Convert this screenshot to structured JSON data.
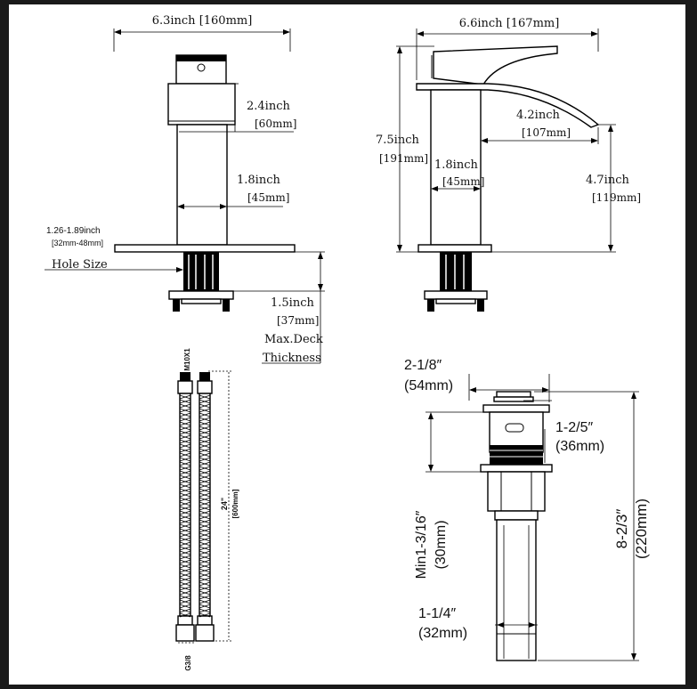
{
  "colors": {
    "frame": "#1a1a1a",
    "paper": "#ffffff",
    "ink": "#000000"
  },
  "front_view": {
    "width": {
      "in": "6.3inch",
      "mm": "[160mm]"
    },
    "handle_height": {
      "in": "2.4inch",
      "mm": "[60mm]"
    },
    "body_width": {
      "in": "1.8inch",
      "mm": "[45mm]"
    },
    "hole_size": {
      "in": "1.26-1.89inch",
      "mm": "[32mm-48mm]",
      "label": "Hole Size"
    },
    "deck": {
      "in": "1.5inch",
      "mm": "[37mm]",
      "label1": "Max.Deck",
      "label2": "Thickness"
    }
  },
  "side_view": {
    "width": {
      "in": "6.6inch",
      "mm": "[167mm]"
    },
    "height": {
      "in": "7.5inch",
      "mm": "[191mm]"
    },
    "body_width": {
      "in": "1.8inch",
      "mm": "[45mm]"
    },
    "spout_reach": {
      "in": "4.2inch",
      "mm": "[107mm]"
    },
    "spout_height": {
      "in": "4.7inch",
      "mm": "[119mm]"
    }
  },
  "hoses": {
    "thread_top": "M10X1",
    "length_in": "24\"",
    "length_mm": "[600mm]",
    "thread_bottom": "G3/8"
  },
  "drain": {
    "cap_width": {
      "in": "2-1/8″",
      "mm": "(54mm)"
    },
    "flange_height": {
      "in": "1-2/5″",
      "mm": "(36mm)"
    },
    "min_height": {
      "in": "Min1-3/16″",
      "mm": "(30mm)"
    },
    "pipe_width": {
      "in": "1-1/4″",
      "mm": "(32mm)"
    },
    "total_height": {
      "in": "8-2/3″",
      "mm": "(220mm)"
    }
  }
}
